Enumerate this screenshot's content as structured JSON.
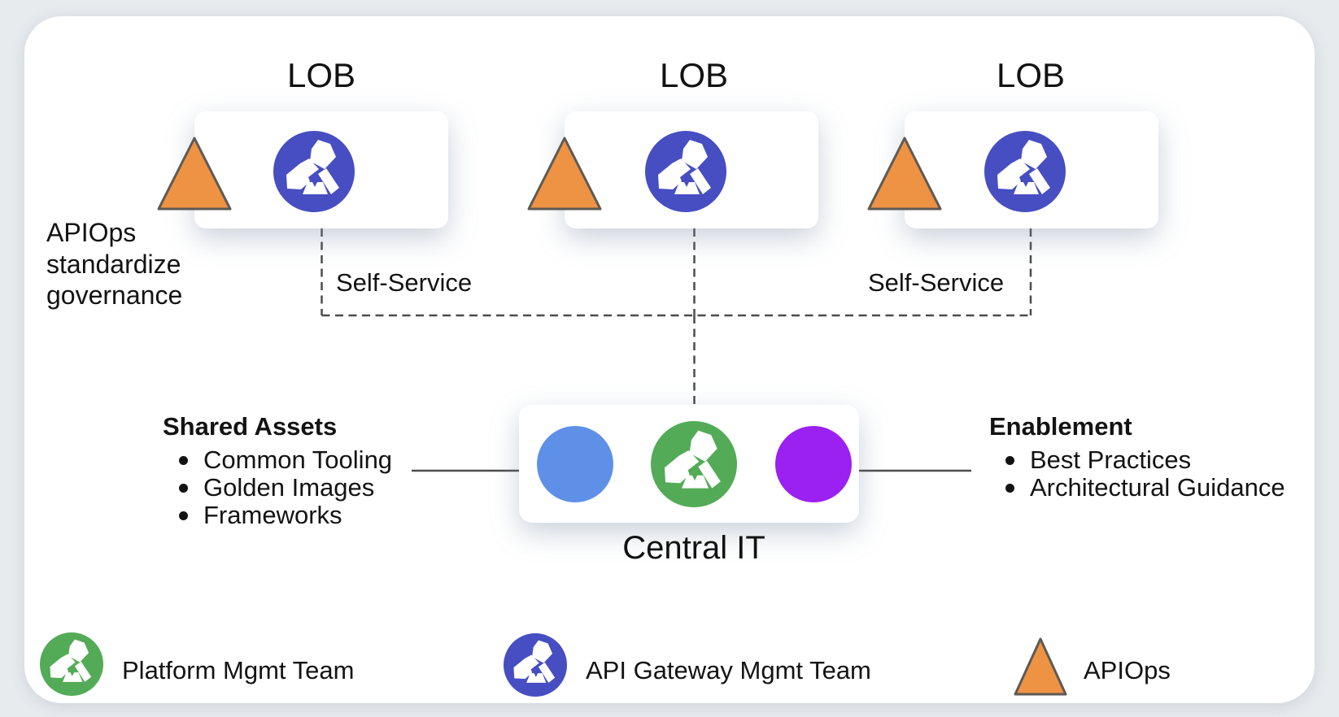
{
  "caption": {
    "line1": "APIOps",
    "line2": "standardize",
    "line3": "governance"
  },
  "lob_groups": [
    {
      "label": "LOB"
    },
    {
      "label": "LOB"
    },
    {
      "label": "LOB"
    }
  ],
  "connectors": {
    "self_service_left": "Self-Service",
    "self_service_right": "Self-Service"
  },
  "central": {
    "label": "Central IT"
  },
  "shared_assets": {
    "title": "Shared Assets",
    "items": [
      "Common Tooling",
      "Golden Images",
      "Frameworks"
    ]
  },
  "enablement": {
    "title": "Enablement",
    "items": [
      "Best Practices",
      "Architectural Guidance"
    ]
  },
  "legend": {
    "items": [
      {
        "icon": "kong-gorilla-green-circle",
        "label": "Platform Mgmt Team"
      },
      {
        "icon": "kong-gorilla-blue-circle",
        "label": "API Gateway Mgmt Team"
      },
      {
        "icon": "orange-triangle",
        "label": "APIOps"
      }
    ]
  },
  "colors": {
    "page_background": "#E7EBEE",
    "container_background": "#FFFFFF",
    "kong_blue": "#474EC2",
    "kong_green": "#53AB57",
    "circle_blue": "#5F90E8",
    "circle_purple": "#9B20F2",
    "triangle_orange": "#EE9343",
    "triangle_stroke": "#5D5A55",
    "line": "#4C4C4C",
    "text": "#131313"
  }
}
